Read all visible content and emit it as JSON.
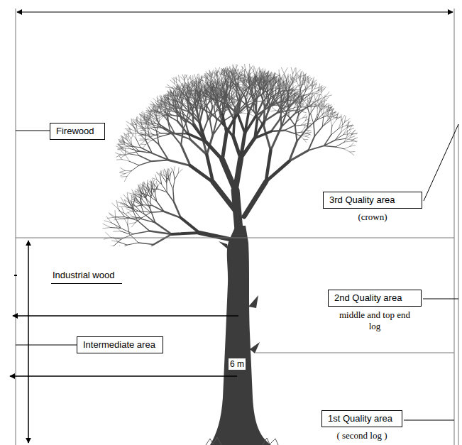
{
  "diagram": {
    "nodes": [
      {
        "text": [
          "Firewood"
        ]
      },
      {
        "text": [
          "3rd Quality area",
          "(crown)"
        ]
      },
      {
        "text": [
          "Industrial wood"
        ]
      },
      {
        "text": [
          "2nd Quality area",
          "middle and top end log"
        ]
      },
      {
        "text": [
          "Intermediate area"
        ]
      },
      {
        "text": [
          "1st Quality area",
          "( second log )"
        ]
      }
    ],
    "labels": [
      "6 m"
    ]
  }
}
